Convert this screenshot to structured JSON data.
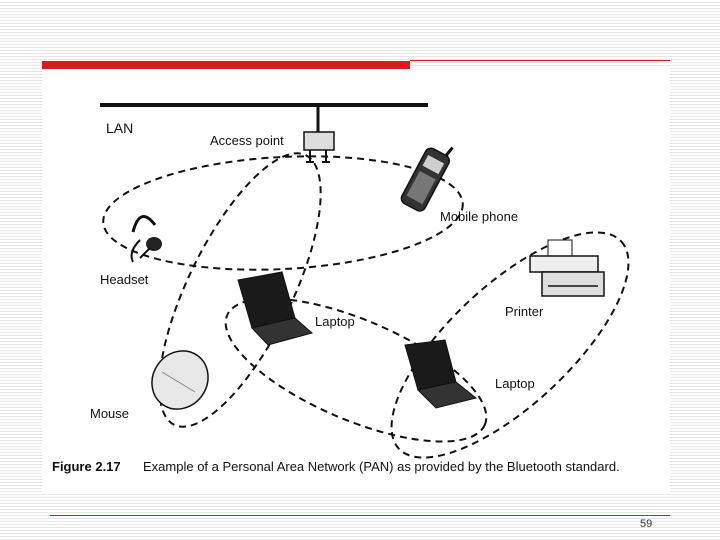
{
  "diagram": {
    "labels": {
      "lan": "LAN",
      "access_point": "Access point",
      "mobile_phone": "Mobile phone",
      "headset": "Headset",
      "printer": "Printer",
      "laptop_1": "Laptop",
      "laptop_2": "Laptop",
      "mouse": "Mouse"
    },
    "caption": {
      "figure": "Figure 2.17",
      "text": "Example of a Personal Area Network (PAN) as provided by the Bluetooth standard."
    }
  },
  "footer": {
    "page_number": "59"
  },
  "colors": {
    "accent_red": "#d51d1d",
    "ink": "#111111"
  }
}
